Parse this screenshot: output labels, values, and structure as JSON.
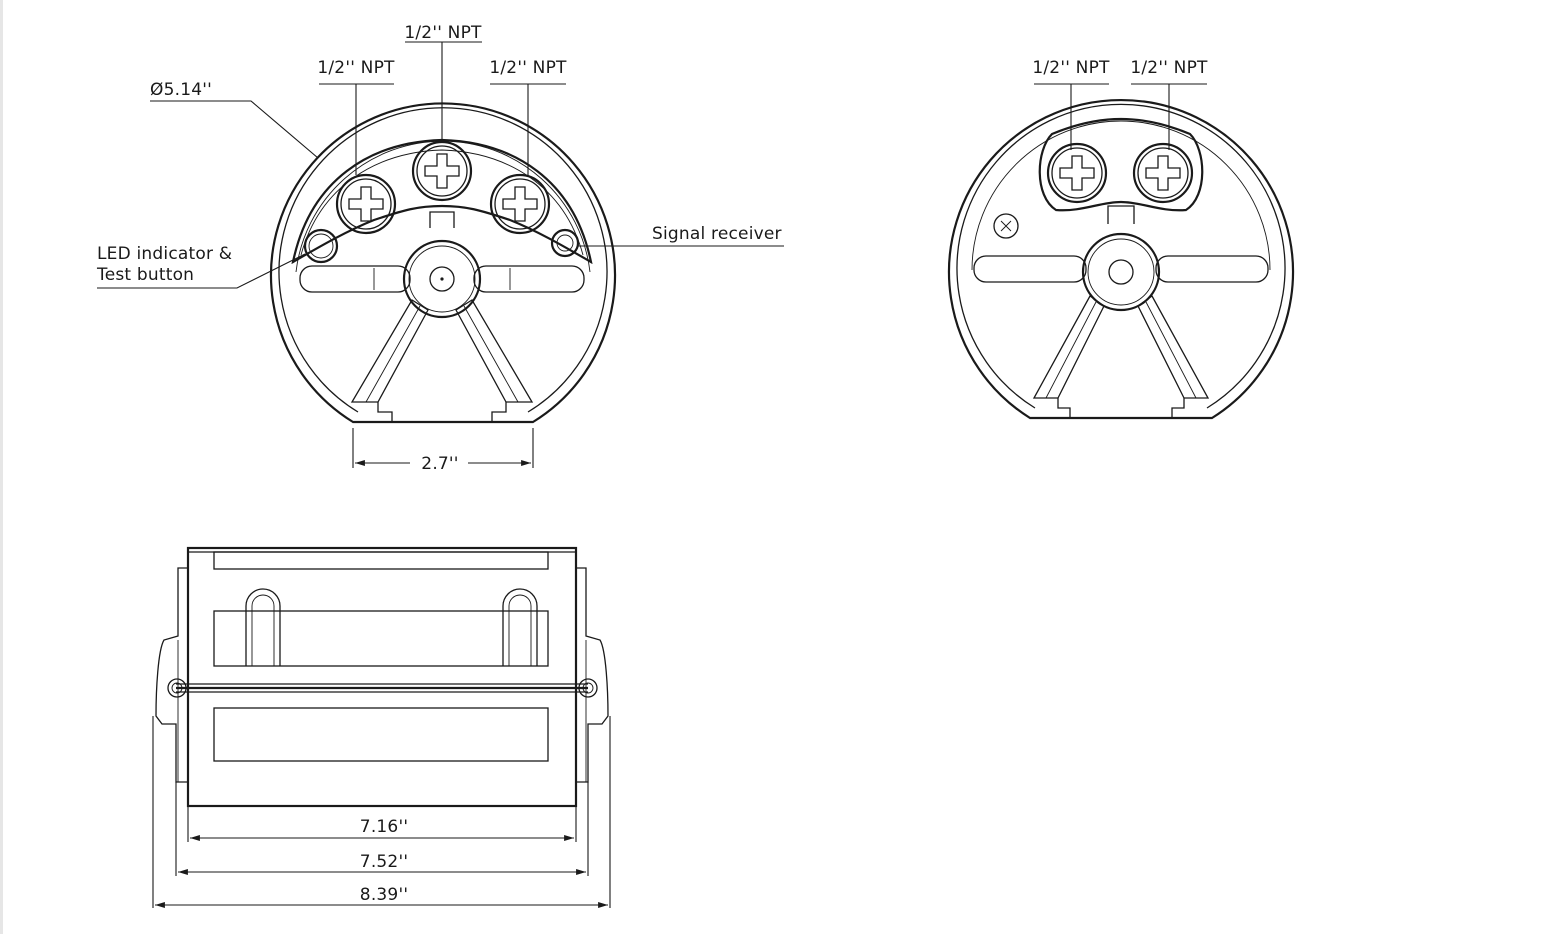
{
  "labels": {
    "npt": "1/2'' NPT",
    "diameter": "Ø5.14''",
    "led": "LED indicator &",
    "test": "Test button",
    "signal": "Signal receiver",
    "d_base": "2.7''",
    "w1": "7.16''",
    "w2": "7.52''",
    "w3": "8.39''"
  },
  "colors": {
    "line": "#1a1a1a",
    "background": "#ffffff"
  }
}
